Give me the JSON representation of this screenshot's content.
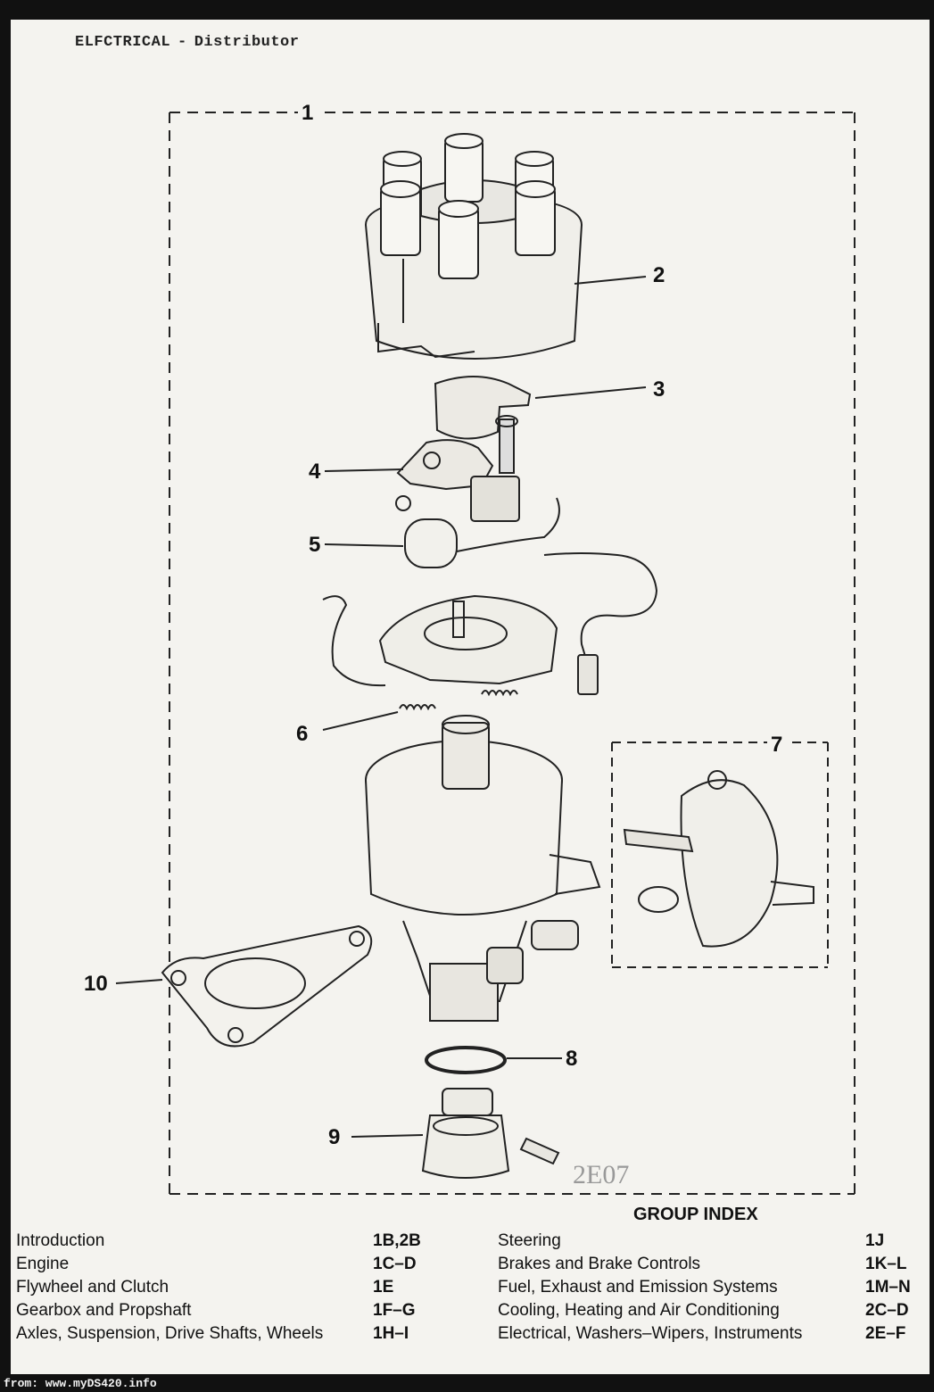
{
  "header": {
    "section": "ELFCTRICAL",
    "separator": "-",
    "title": "Distributor"
  },
  "callouts": [
    "1",
    "2",
    "3",
    "4",
    "5",
    "6",
    "7",
    "8",
    "9",
    "10"
  ],
  "group_index": {
    "title": "GROUP INDEX",
    "left": [
      {
        "label": "Introduction",
        "code": "1B,2B"
      },
      {
        "label": "Engine",
        "code": "1C–D"
      },
      {
        "label": "Flywheel and Clutch",
        "code": "1E"
      },
      {
        "label": "Gearbox and Propshaft",
        "code": "1F–G"
      },
      {
        "label": "Axles, Suspension, Drive Shafts, Wheels",
        "code": "1H–I"
      }
    ],
    "right": [
      {
        "label": "Steering",
        "code": "1J"
      },
      {
        "label": "Brakes and Brake Controls",
        "code": "1K–L"
      },
      {
        "label": "Fuel, Exhaust and Emission Systems",
        "code": "1M–N"
      },
      {
        "label": "Cooling, Heating and Air Conditioning",
        "code": "2C–D"
      },
      {
        "label": "Electrical, Washers–Wipers, Instruments",
        "code": "2E–F"
      }
    ]
  },
  "drawing_number": "2E07",
  "footer": "from: www.myDS420.info"
}
